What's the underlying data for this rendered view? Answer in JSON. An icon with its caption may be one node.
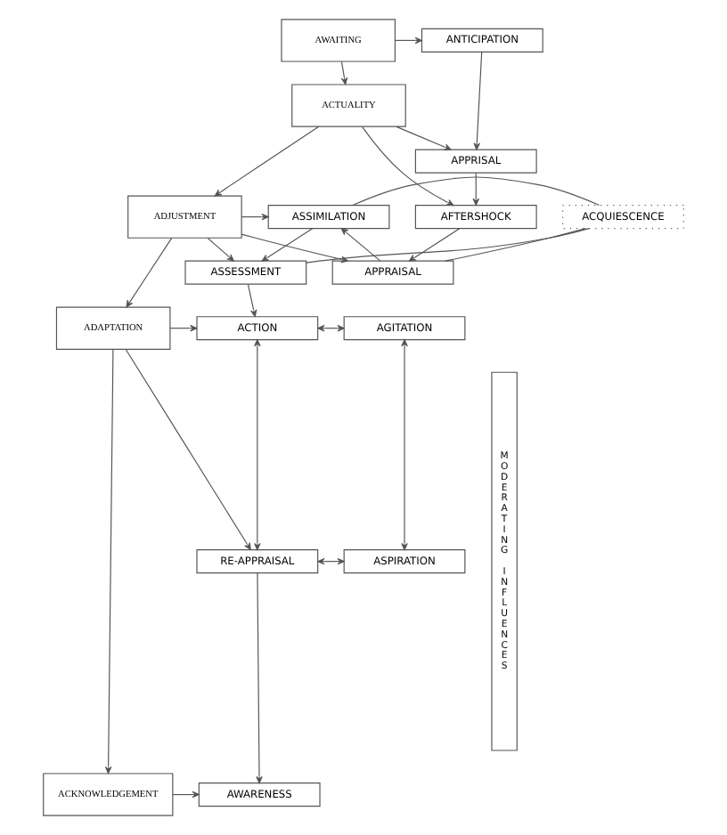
{
  "diagram": {
    "nodes": [
      {
        "text": [
          "AWAITING"
        ]
      },
      {
        "text": [
          "ANTICIPATION"
        ]
      },
      {
        "text": [
          "ACTUALITY"
        ]
      },
      {
        "text": [
          "APPRISAL"
        ]
      },
      {
        "text": [
          "AFTERSHOCK"
        ]
      },
      {
        "text": [
          "ADJUSTMENT"
        ]
      },
      {
        "text": [
          "APPRAISAL"
        ]
      },
      {
        "text": [
          "ASSIMILATION"
        ]
      },
      {
        "text": [
          "ASSESSMENT"
        ]
      },
      {
        "text": [
          "ACQUIESCENCE"
        ]
      },
      {
        "text": [
          "ADAPTATION"
        ]
      },
      {
        "text": [
          "ACTION"
        ]
      },
      {
        "text": [
          "AGITATION"
        ]
      },
      {
        "text": [
          "RE-APPRAISAL"
        ]
      },
      {
        "text": [
          "ASPIRATION"
        ]
      },
      {
        "text": [
          "ACKNOWLEDGEMENT"
        ]
      },
      {
        "text": [
          "AWARENESS"
        ]
      },
      {
        "text": [
          "MODERATING INFLUENCES"
        ]
      }
    ],
    "edges": [
      {
        "from": 0,
        "to": 1,
        "arrow": "to"
      },
      {
        "from": 0,
        "to": 2,
        "arrow": "to"
      },
      {
        "from": 1,
        "to": 3,
        "arrow": "to"
      },
      {
        "from": 2,
        "to": 3,
        "arrow": "to"
      },
      {
        "from": 2,
        "to": 4,
        "arrow": "to"
      },
      {
        "from": 3,
        "to": 4,
        "arrow": "to"
      },
      {
        "from": 2,
        "to": 5,
        "arrow": "to"
      },
      {
        "from": 4,
        "to": 6,
        "arrow": "to"
      },
      {
        "from": 5,
        "to": 6,
        "arrow": "to"
      },
      {
        "from": 5,
        "to": 7,
        "arrow": "to"
      },
      {
        "from": 5,
        "to": 8,
        "arrow": "to"
      },
      {
        "from": 6,
        "to": 7,
        "arrow": "to"
      },
      {
        "from": 7,
        "to": 8,
        "arrow": "to"
      },
      {
        "from": 6,
        "to": 9,
        "arrow": "none"
      },
      {
        "from": 7,
        "to": 9,
        "arrow": "none"
      },
      {
        "from": 8,
        "to": 9,
        "arrow": "none"
      },
      {
        "from": 5,
        "to": 10,
        "arrow": "to"
      },
      {
        "from": 8,
        "to": 11,
        "arrow": "to"
      },
      {
        "from": 10,
        "to": 11,
        "arrow": "to"
      },
      {
        "from": 10,
        "to": 13,
        "arrow": "to"
      },
      {
        "from": 11,
        "to": 12,
        "arrow": "both"
      },
      {
        "from": 11,
        "to": 13,
        "arrow": "both"
      },
      {
        "from": 12,
        "to": 14,
        "arrow": "both"
      },
      {
        "from": 13,
        "to": 14,
        "arrow": "both"
      },
      {
        "from": 10,
        "to": 15,
        "arrow": "to"
      },
      {
        "from": 13,
        "to": 16,
        "arrow": "to"
      },
      {
        "from": 15,
        "to": 16,
        "arrow": "to"
      }
    ]
  }
}
